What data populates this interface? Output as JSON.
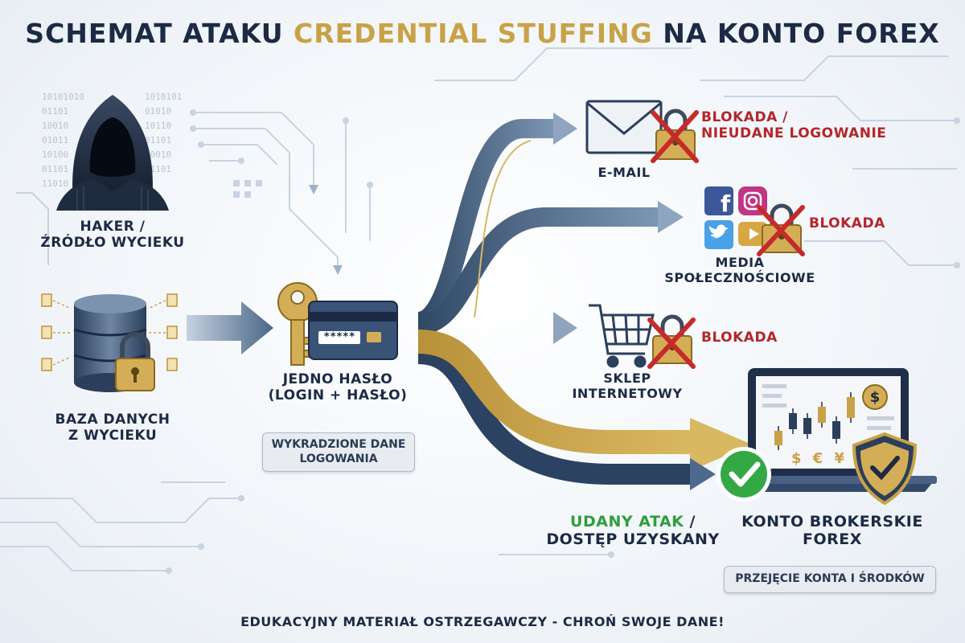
{
  "title": {
    "prefix": "SCHEMAT ATAKU",
    "accent": "CREDENTIAL STUFFING",
    "suffix": "NA KONTO FOREX"
  },
  "hacker": {
    "line1": "HAKER /",
    "line2": "ŹRÓDŁO WYCIEKU",
    "binary": "10101010 01101010 10010 01010 10110 01101 01011 10010 10100 01101 10100 11010"
  },
  "database": {
    "line1": "BAZA DANYCH",
    "line2": "Z WYCIEKU"
  },
  "credential": {
    "line1": "JEDNO HASŁO",
    "line2": "(LOGIN + HASŁO)",
    "masked": "*****",
    "badge_line1": "WYKRADZIONE DANE",
    "badge_line2": "LOGOWANIA"
  },
  "targets": {
    "email": {
      "label": "E-MAIL",
      "status_line1": "BLOKADA /",
      "status_line2": "NIEUDANE LOGOWANIE"
    },
    "social": {
      "line1": "MEDIA",
      "line2": "SPOŁECZNOŚCIOWE",
      "status": "BLOKADA"
    },
    "shop": {
      "line1": "SKLEP",
      "line2": "INTERNETOWY",
      "status": "BLOKADA"
    },
    "forex": {
      "line1": "KONTO BROKERSKIE",
      "line2": "FOREX",
      "badge": "PRZEJĘCIE KONTA I ŚRODKÓW",
      "currency": "$ € ¥",
      "coin": "$"
    }
  },
  "success": {
    "highlight": "UDANY ATAK",
    "rest1": " /",
    "line2": "DOSTĘP UZYSKANY"
  },
  "footer": "EDUKACYJNY MATERIAŁ OSTRZEGAWCZY - CHROŃ SWOJE DANE!",
  "icons": [
    "hacker-icon",
    "database-icon",
    "lock-icon",
    "key-icon",
    "credit-card-icon",
    "envelope-icon",
    "facebook-icon",
    "instagram-icon",
    "twitter-icon",
    "youtube-icon",
    "shopping-cart-icon",
    "laptop-chart-icon",
    "shield-check-icon",
    "checkmark-icon",
    "block-x-icon"
  ],
  "colors": {
    "navy": "#1c2a44",
    "gold": "#c9a247",
    "steel": "#3f5a7a",
    "red": "#b3262a",
    "green": "#2e9e3c"
  }
}
